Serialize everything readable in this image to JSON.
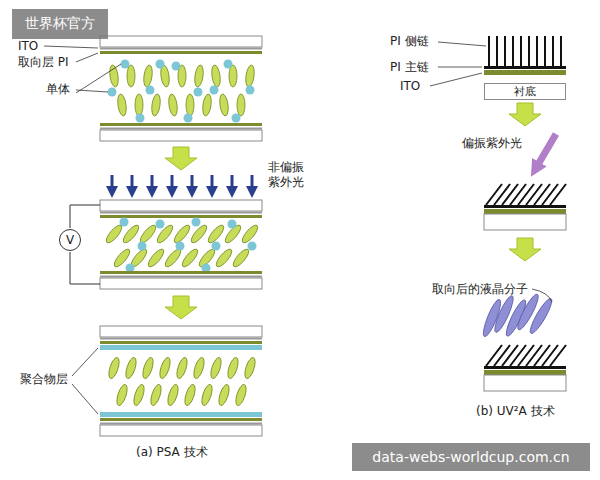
{
  "diagram": {
    "nodes": [
      {
        "text": [
          "世界杯官方"
        ]
      },
      {
        "text": [
          "V"
        ]
      },
      {
        "text": [
          "衬底"
        ]
      },
      {
        "text": [
          "data-webs-worldcup.com.cn"
        ]
      }
    ],
    "labels": [
      "ITO",
      "取向层 PI",
      "单体",
      "非偏振 紫外光",
      "聚合物层",
      "(a) PSA 技术",
      "PI 侧链",
      "PI 主链",
      "ITO",
      "偏振紫外光",
      "取向后的液晶分子",
      "(b) UV²A 技术"
    ]
  }
}
